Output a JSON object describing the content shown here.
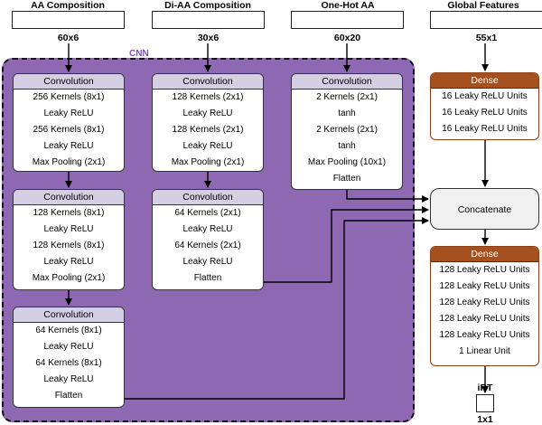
{
  "inputs": [
    {
      "title": "AA Composition",
      "dim": "60x6"
    },
    {
      "title": "Di-AA Composition",
      "dim": "30x6"
    },
    {
      "title": "One-Hot AA",
      "dim": "60x20"
    },
    {
      "title": "Global Features",
      "dim": "55x1"
    }
  ],
  "cnn_label": "CNN",
  "cnn_col1": [
    {
      "title": "Convolution",
      "rows": [
        "256 Kernels (8x1)",
        "Leaky ReLU",
        "256 Kernels (8x1)",
        "Leaky ReLU",
        "Max Pooling (2x1)"
      ]
    },
    {
      "title": "Convolution",
      "rows": [
        "128 Kernels (8x1)",
        "Leaky ReLU",
        "128 Kernels (8x1)",
        "Leaky ReLU",
        "Max Pooling (2x1)"
      ]
    },
    {
      "title": "Convolution",
      "rows": [
        "64 Kernels (8x1)",
        "Leaky ReLU",
        "64 Kernels (8x1)",
        "Leaky ReLU",
        "Flatten"
      ]
    }
  ],
  "cnn_col2": [
    {
      "title": "Convolution",
      "rows": [
        "128 Kernels (2x1)",
        "Leaky ReLU",
        "128 Kernels (2x1)",
        "Leaky ReLU",
        "Max Pooling (2x1)"
      ]
    },
    {
      "title": "Convolution",
      "rows": [
        "64 Kernels (2x1)",
        "Leaky ReLU",
        "64 Kernels (2x1)",
        "Leaky ReLU",
        "Flatten"
      ]
    }
  ],
  "cnn_col3": [
    {
      "title": "Convolution",
      "rows": [
        "2 Kernels (2x1)",
        "tanh",
        "2 Kernels (2x1)",
        "tanh",
        "Max Pooling (10x1)",
        "Flatten"
      ]
    }
  ],
  "dense1": {
    "title": "Dense",
    "rows": [
      "16 Leaky ReLU Units",
      "16 Leaky ReLU Units",
      "16 Leaky ReLU Units"
    ]
  },
  "concat": "Concatenate",
  "dense2": {
    "title": "Dense",
    "rows": [
      "128 Leaky ReLU Units",
      "128 Leaky ReLU Units",
      "128 Leaky ReLU Units",
      "128 Leaky ReLU Units",
      "128 Leaky ReLU Units",
      "1 Linear Unit"
    ]
  },
  "output": {
    "title": "iRT",
    "dim": "1x1"
  }
}
